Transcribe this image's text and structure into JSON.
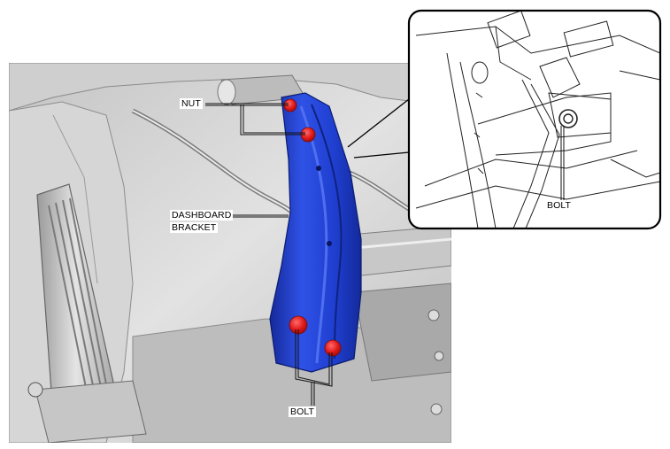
{
  "labels": {
    "nut": "NUT",
    "dashboard_bracket_line1": "DASHBOARD",
    "dashboard_bracket_line2": "BRACKET",
    "bolt_main": "BOLT",
    "bolt_inset": "BOLT"
  },
  "colors": {
    "bracket": "#1f3fd0",
    "bracket_dark": "#15299a",
    "fastener": "#e01818",
    "background_grey": "#d9d9d9"
  }
}
